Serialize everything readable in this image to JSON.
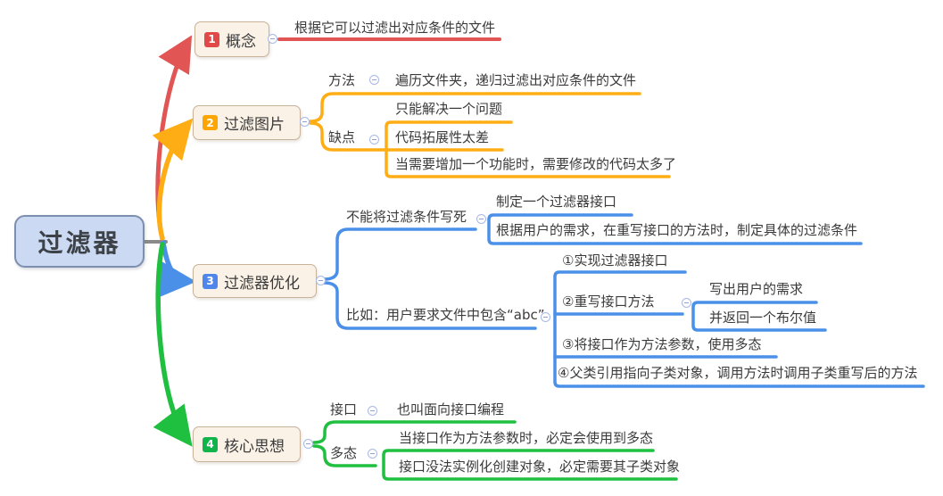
{
  "root": {
    "label": "过滤器"
  },
  "colors": {
    "branch_concept": "#e25555",
    "branch_filter_image": "#ffad14",
    "branch_optimization": "#4a90e8",
    "branch_core_idea": "#1fbf3f",
    "root_fill": "#ccd9f2",
    "root_border": "#7d8fae",
    "node_fill": "#faf2e7",
    "node_border": "#c9b29a",
    "badge_1": "#e24848",
    "badge_2": "#ffa502",
    "badge_3": "#4f86ec",
    "badge_4": "#11b34b"
  },
  "branches": [
    {
      "number": "1",
      "label": "概念",
      "children": [
        {
          "label": "根据它可以过滤出对应条件的文件"
        }
      ]
    },
    {
      "number": "2",
      "label": "过滤图片",
      "children": [
        {
          "label": "方法",
          "children": [
            {
              "label": "遍历文件夹，递归过滤出对应条件的文件"
            }
          ]
        },
        {
          "label": "缺点",
          "children": [
            {
              "label": "只能解决一个问题"
            },
            {
              "label": "代码拓展性太差"
            },
            {
              "label": "当需要增加一个功能时，需要修改的代码太多了"
            }
          ]
        }
      ]
    },
    {
      "number": "3",
      "label": "过滤器优化",
      "children": [
        {
          "label": "不能将过滤条件写死",
          "children": [
            {
              "label": "制定一个过滤器接口"
            },
            {
              "label": "根据用户的需求，在重写接口的方法时，制定具体的过滤条件"
            }
          ]
        },
        {
          "label": "比如：用户要求文件中包含“abc”",
          "children": [
            {
              "label": "①实现过滤器接口"
            },
            {
              "label": "②重写接口方法",
              "children": [
                {
                  "label": "写出用户的需求"
                },
                {
                  "label": "并返回一个布尔值"
                }
              ]
            },
            {
              "label": "③将接口作为方法参数，使用多态"
            },
            {
              "label": "④父类引用指向子类对象，调用方法时调用子类重写后的方法"
            }
          ]
        }
      ]
    },
    {
      "number": "4",
      "label": "核心思想",
      "children": [
        {
          "label": "接口",
          "children": [
            {
              "label": "也叫面向接口编程"
            }
          ]
        },
        {
          "label": "多态",
          "children": [
            {
              "label": "当接口作为方法参数时，必定会使用到多态"
            },
            {
              "label": "接口没法实例化创建对象，必定需要其子类对象"
            }
          ]
        }
      ]
    }
  ]
}
